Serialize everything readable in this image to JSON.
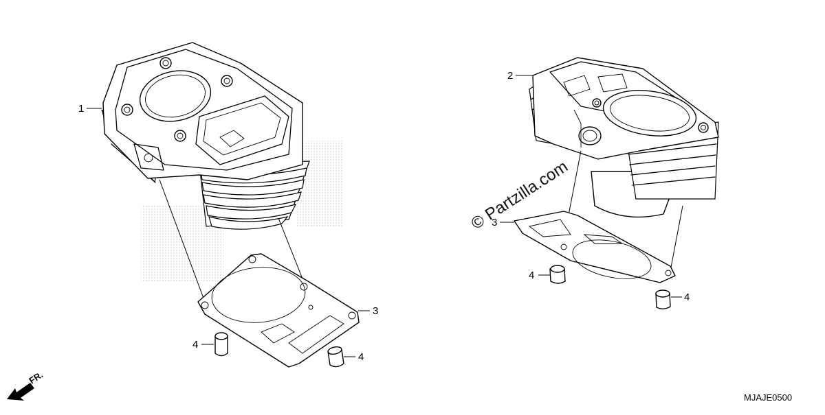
{
  "callouts": {
    "left_cylinder": "1",
    "right_cylinder": "2",
    "left_gasket": "3",
    "right_gasket": "3",
    "left_pin_a": "4",
    "left_pin_b": "4",
    "right_pin_a": "4",
    "right_pin_b": "4"
  },
  "watermark": "© Partzilla.com",
  "direction_label": "FR.",
  "diagram_code": "MJAJE0500"
}
